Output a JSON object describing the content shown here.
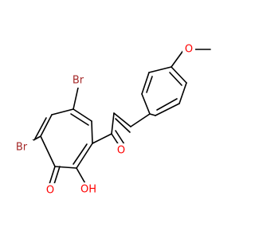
{
  "molecule": {
    "atoms": {
      "br1": {
        "label": "Br",
        "color": "#a52a2a"
      },
      "br2": {
        "label": "Br",
        "color": "#a52a2a"
      },
      "o_ketone": {
        "label": "O",
        "color": "#ff0000"
      },
      "oh": {
        "label": "OH",
        "color": "#ff0000"
      },
      "o_enone": {
        "label": "O",
        "color": "#ff0000"
      },
      "o_methoxy": {
        "label": "O",
        "color": "#ff0000"
      }
    }
  }
}
